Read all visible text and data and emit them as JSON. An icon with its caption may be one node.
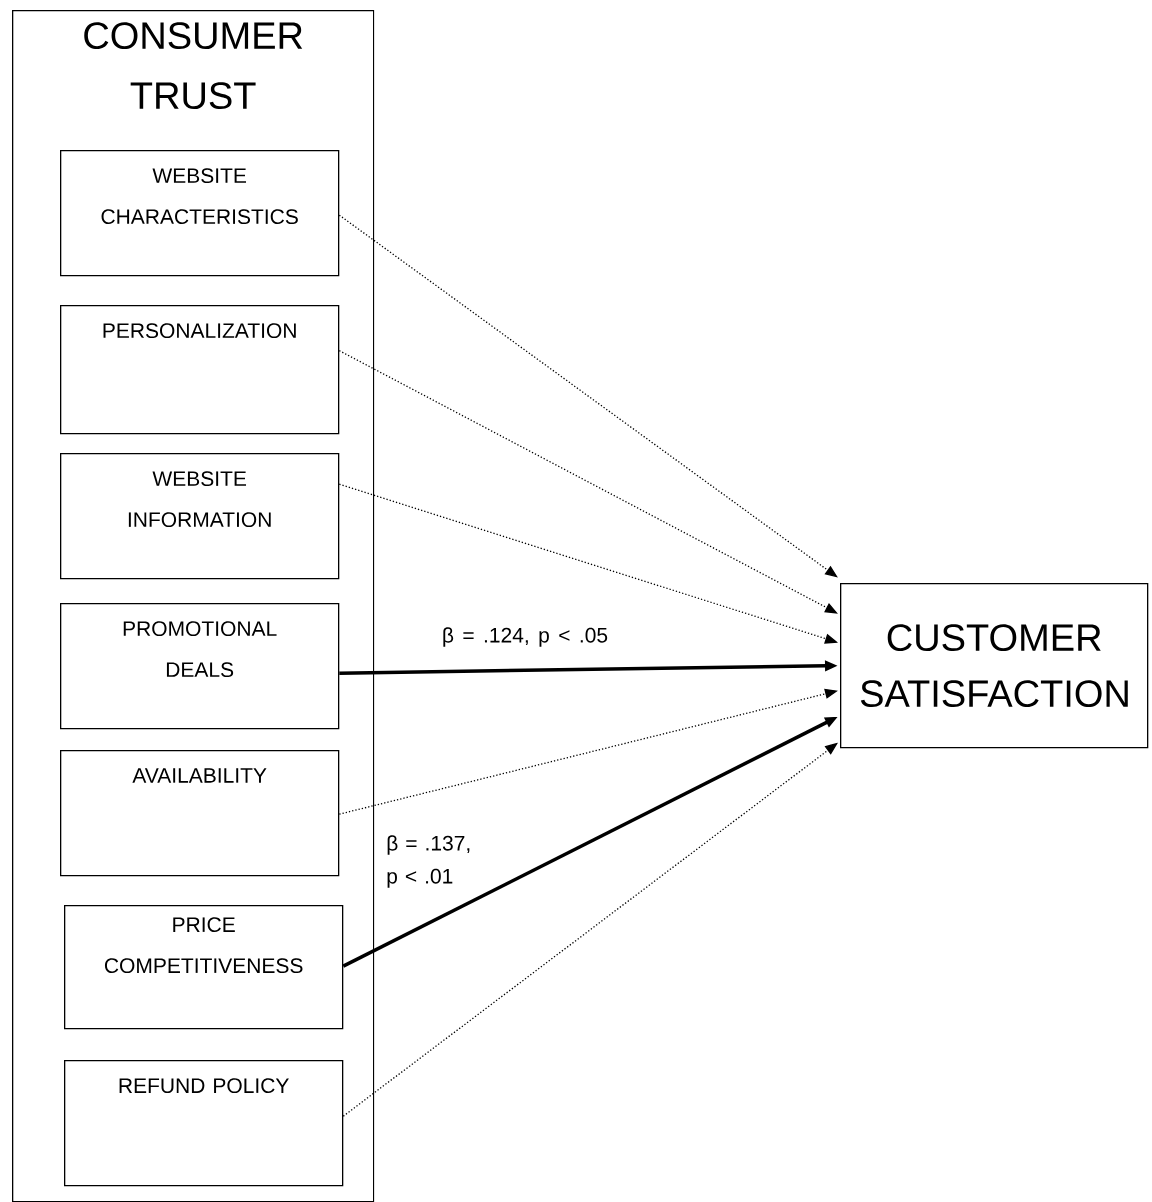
{
  "diagram": {
    "nodes": [
      {
        "text": [
          "CONSUMER TRUST"
        ]
      },
      {
        "text": [
          "WEBSITE CHARACTERISTICS"
        ],
        "in": 0
      },
      {
        "text": [
          "PERSONALIZATION"
        ],
        "in": 0
      },
      {
        "text": [
          "WEBSITE INFORMATION"
        ],
        "in": 0
      },
      {
        "text": [
          "PROMOTIONAL DEALS"
        ],
        "in": 0
      },
      {
        "text": [
          "AVAILABILITY"
        ],
        "in": 0
      },
      {
        "text": [
          "PRICE COMPETITIVENESS"
        ],
        "in": 0
      },
      {
        "text": [
          "REFUND POLICY"
        ],
        "in": 0
      },
      {
        "text": [
          "CUSTOMER SATISFACTION"
        ]
      }
    ],
    "edges": [
      {
        "from": 1,
        "to": 8,
        "arrow": "to",
        "style": "dashed"
      },
      {
        "from": 2,
        "to": 8,
        "arrow": "to",
        "style": "dashed"
      },
      {
        "from": 3,
        "to": 8,
        "arrow": "to",
        "style": "dashed"
      },
      {
        "from": 4,
        "to": 8,
        "arrow": "to",
        "label": "β = .124, p < .05",
        "style": "thick"
      },
      {
        "from": 5,
        "to": 8,
        "arrow": "to",
        "style": "dashed"
      },
      {
        "from": 6,
        "to": 8,
        "arrow": "to",
        "label": "β = .137, p < .01",
        "style": "thick"
      },
      {
        "from": 7,
        "to": 8,
        "arrow": "to",
        "style": "dashed"
      }
    ]
  }
}
